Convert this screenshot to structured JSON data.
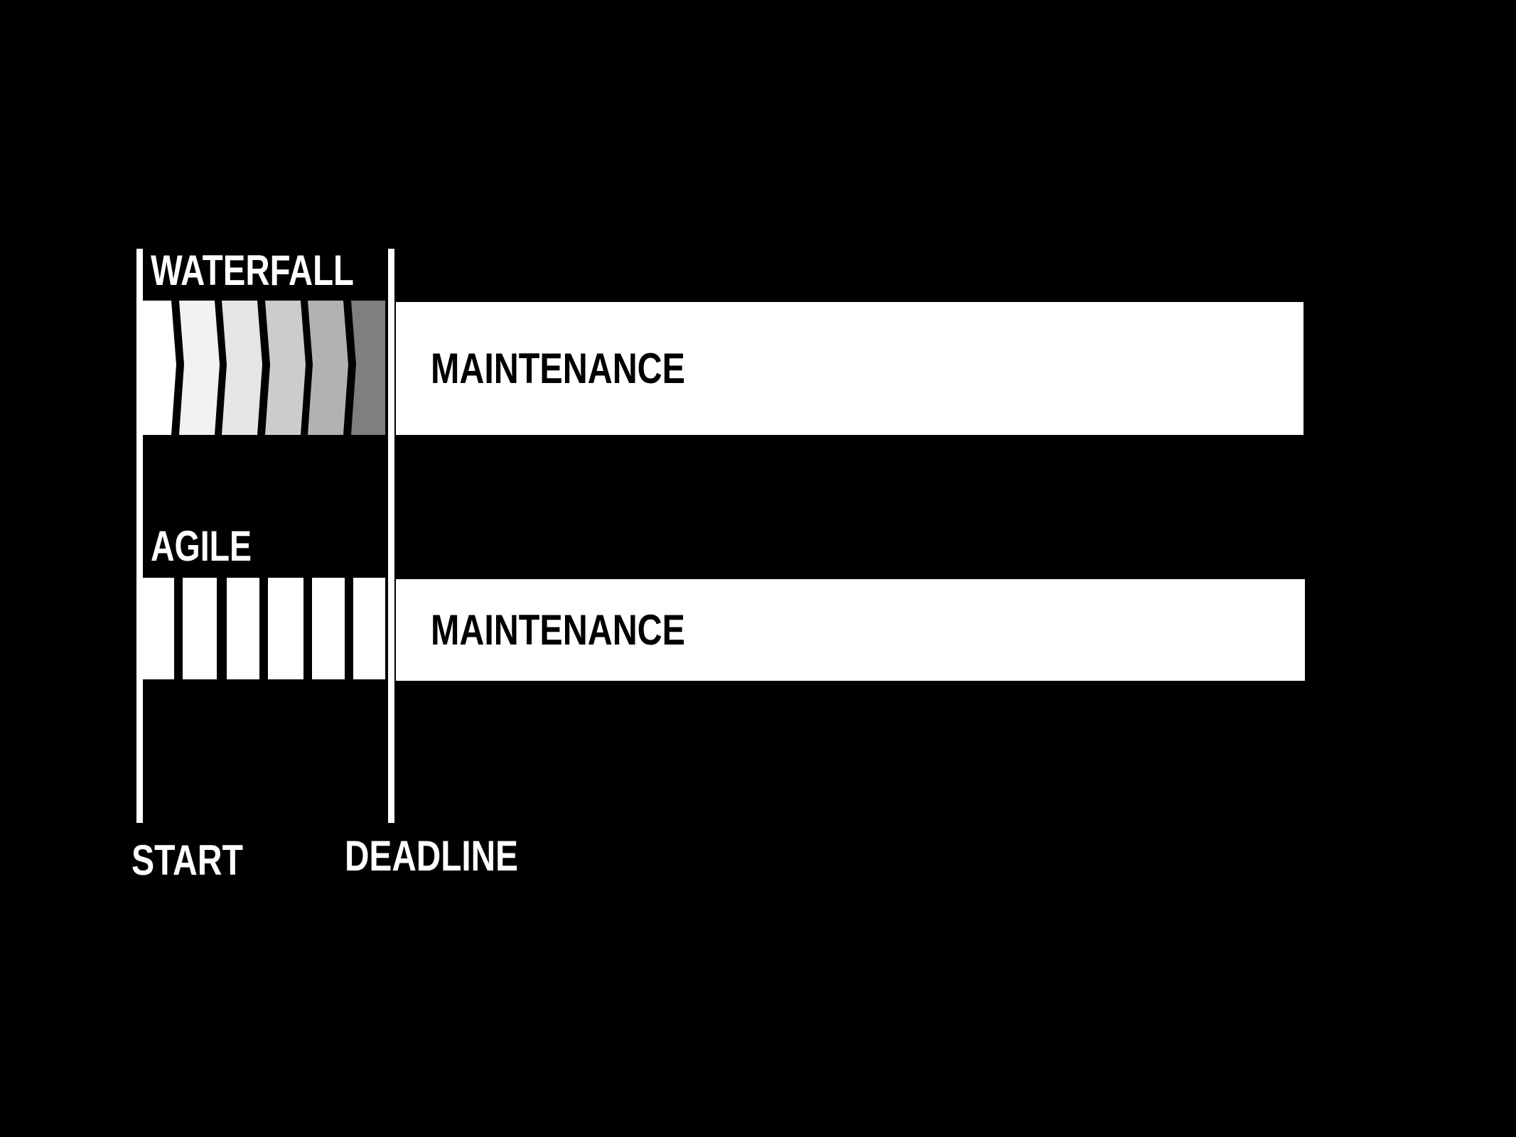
{
  "colors": {
    "background": "#000000",
    "foreground": "#ffffff",
    "text_on_bar": "#000000",
    "waterfall_phase_fills": [
      "#ffffff",
      "#f2f2f2",
      "#e5e5e5",
      "#cccccc",
      "#b2b2b2",
      "#7f7f7f"
    ],
    "agile_block_fill": "#ffffff"
  },
  "rows": {
    "waterfall": {
      "label": "WATERFALL",
      "maintenance_label": "MAINTENANCE",
      "phase_count": 6
    },
    "agile": {
      "label": "AGILE",
      "maintenance_label": "MAINTENANCE",
      "block_count": 6
    }
  },
  "markers": {
    "start": "START",
    "deadline": "DEADLINE"
  }
}
